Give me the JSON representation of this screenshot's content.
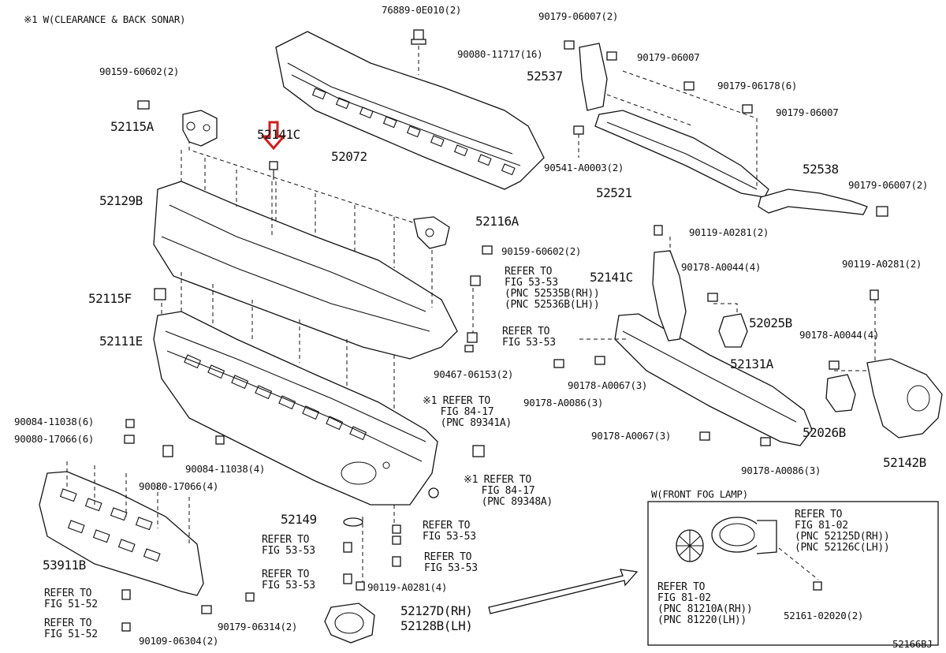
{
  "note_top": "※1 W(CLEARANCE & BACK SONAR)",
  "diagram_id": "52166BJ",
  "fog_box_title": "W(FRONT FOG LAMP)",
  "labels": {
    "l76889": "76889-0E010(2)",
    "l90080_11717": "90080-11717(16)",
    "l90159_60602a": "90159-60602(2)",
    "l52115A": "52115A",
    "l52141C": "52141C",
    "l52072": "52072",
    "l52129B": "52129B",
    "l90179_06007a": "90179-06007(2)",
    "l90179_06007b": "90179-06007",
    "l52537": "52537",
    "l90179_06178": "90179-06178(6)",
    "l90179_06007c": "90179-06007",
    "l90541": "90541-A0003(2)",
    "l52521": "52521",
    "l52538": "52538",
    "l90179_06007d": "90179-06007(2)",
    "l52116A": "52116A",
    "l90159_60602b": "90159-60602(2)",
    "l90119_a": "90119-A0281(2)",
    "l90178_a0044a": "90178-A0044(4)",
    "l90119_b": "90119-A0281(2)",
    "l52141C_b": "52141C",
    "l52115F": "52115F",
    "l52111E": "52111E",
    "l52025B": "52025B",
    "l90178_a0044b": "90178-A0044(4)",
    "l90467": "90467-06153(2)",
    "l52131A": "52131A",
    "l90178_a0067a": "90178-A0067(3)",
    "l90178_a0086a": "90178-A0086(3)",
    "l52026B": "52026B",
    "l90178_a0067b": "90178-A0067(3)",
    "l90178_a0086b": "90178-A0086(3)",
    "l52142B": "52142B",
    "l90084_a": "90084-11038(6)",
    "l90080_17066a": "90080-17066(6)",
    "l90084_b": "90084-11038(4)",
    "l90080_17066b": "90080-17066(4)",
    "l53911B": "53911B",
    "l52149": "52149",
    "l90119_c": "90119-A0281(4)",
    "l90179_06314": "90179-06314(2)",
    "l90109": "90109-06304(2)",
    "l52127D": "52127D(RH)",
    "l52128B": "52128B(LH)",
    "l52161": "52161-02020(2)"
  },
  "refs": {
    "r1": "REFER TO\nFIG 53-53\n(PNC 52535B(RH))\n(PNC 52536B(LH))",
    "r2": "REFER TO\nFIG 53-53",
    "r3": "※1 REFER TO\n   FIG 84-17\n   (PNC 89341A)",
    "r4": "※1 REFER TO\n   FIG 84-17\n   (PNC 89348A)",
    "r5": "REFER TO\nFIG 53-53",
    "r6": "REFER TO\nFIG 53-53",
    "r7": "REFER TO\nFIG 53-53",
    "r8": "REFER TO\nFIG 53-53",
    "r9": "REFER TO\nFIG 51-52",
    "r10": "REFER TO\nFIG 51-52",
    "r11": "REFER TO\nFIG 81-02\n(PNC 52125D(RH))\n(PNC 52126C(LH))",
    "r12": "REFER TO\nFIG 81-02\n(PNC 81210A(RH))\n(PNC 81220(LH))"
  },
  "highlight_color": "#cc1f1f"
}
